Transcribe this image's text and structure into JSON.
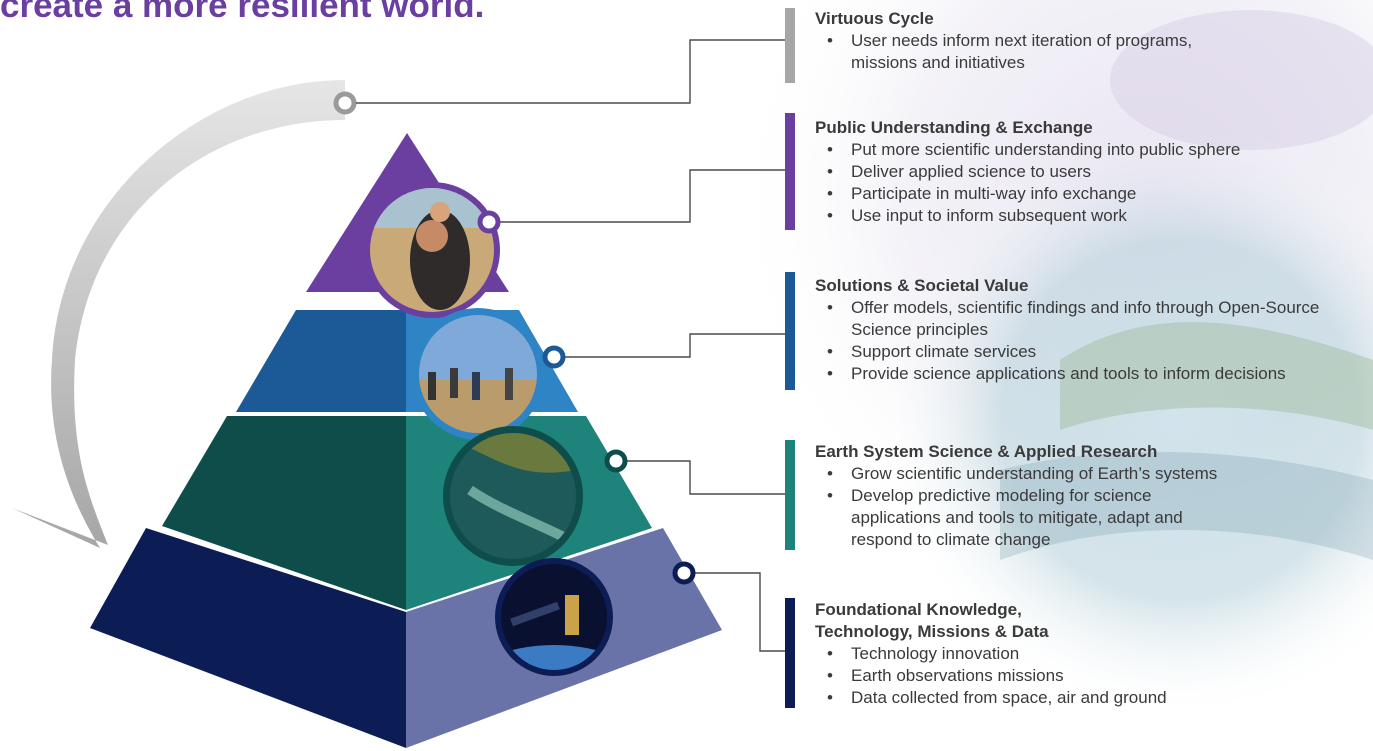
{
  "headline": "create a more resilient world.",
  "colors": {
    "purple": "#6b3fa0",
    "blue_dark": "#1b5a96",
    "blue_light": "#2e84c4",
    "teal_dark": "#0f4d4b",
    "teal": "#1e837b",
    "navy": "#0c1d56",
    "slate": "#6a73a8",
    "gray": "#a6a6a6"
  },
  "blocks": [
    {
      "title": "Virtuous Cycle",
      "bullets": [
        "User needs inform next iteration of programs, missions and initiatives"
      ],
      "bullet_lines": [
        [
          "User needs inform next iteration of programs,",
          "missions and initiatives"
        ]
      ]
    },
    {
      "title": "Public Understanding & Exchange",
      "bullets": [
        "Put more scientific understanding into public sphere",
        "Deliver applied science to users",
        "Participate in multi-way info exchange",
        "Use input to inform subsequent work"
      ]
    },
    {
      "title": "Solutions & Societal Value",
      "bullets": [
        "Offer models, scientific findings and info through Open-Source Science principles",
        "Support climate services",
        "Provide science applications and tools to inform decisions"
      ]
    },
    {
      "title": "Earth System Science & Applied Research",
      "bullets": [
        "Grow scientific understanding of Earth’s systems",
        "Develop predictive modeling for science applications and tools to mitigate, adapt and respond to climate change"
      ]
    },
    {
      "title": "Foundational Knowledge, Technology, Missions & Data",
      "bullets": [
        "Technology innovation",
        "Earth observations missions",
        "Data collected from space, air and ground"
      ]
    }
  ],
  "bullet_glyph": "•"
}
